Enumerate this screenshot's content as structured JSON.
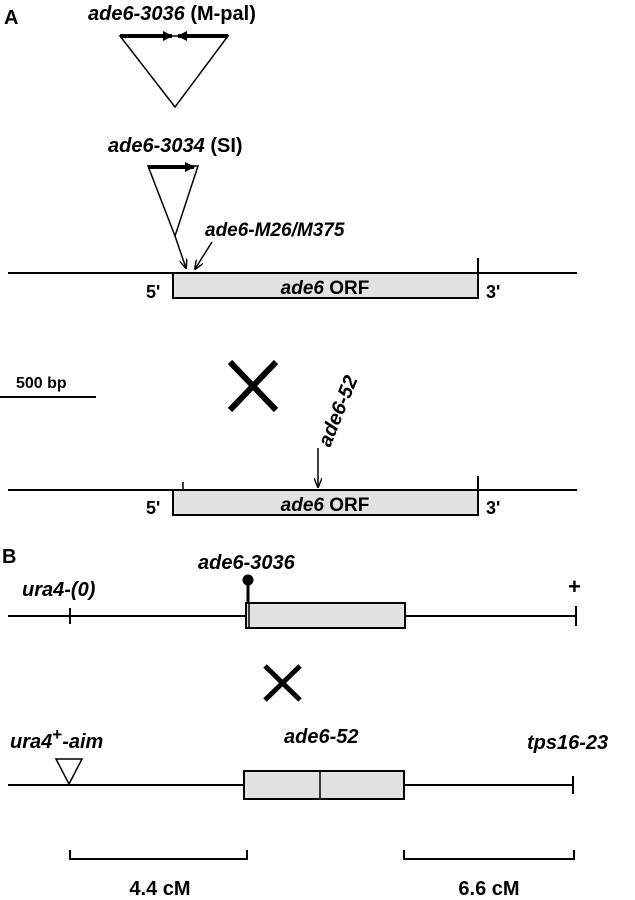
{
  "panelA": {
    "label": "A",
    "allele1": {
      "name": "ade6-3036",
      "suffix": "(M-pal)"
    },
    "allele2": {
      "name": "ade6-3034",
      "suffix": "(SI)"
    },
    "mutation1": "ade6-M26/M375",
    "mutation2": "ade6-52",
    "gene": "ade6",
    "orf": "ORF",
    "five_prime": "5'",
    "three_prime": "3'",
    "scale": "500 bp"
  },
  "panelB": {
    "label": "B",
    "allele_top": "ade6-3036",
    "marker_left_top": "ura4-(0)",
    "plus_right_top": "+",
    "marker_left_bottom": {
      "base": "ura4",
      "sup": "+",
      "suffix": "-aim"
    },
    "allele_bottom": "ade6-52",
    "marker_right_bottom": "tps16-23",
    "dist_left": "4.4 cM",
    "dist_right": "6.6 cM"
  },
  "colors": {
    "orf_fill": "#e2e2e2",
    "ink": "#000000"
  }
}
